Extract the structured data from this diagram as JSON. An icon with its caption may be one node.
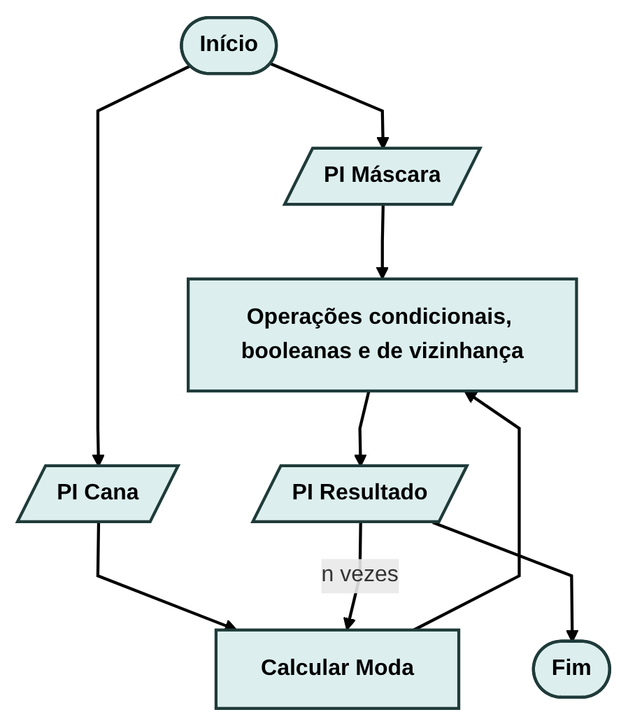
{
  "diagram": {
    "nodes": [
      {
        "text": [
          "Início"
        ]
      },
      {
        "text": [
          "PI Máscara"
        ]
      },
      {
        "text": [
          "PI Cana"
        ]
      },
      {
        "text": [
          "Calcular Moda"
        ]
      },
      {
        "text": [
          "Operações condicionais, booleanas e de vizinhança"
        ]
      },
      {
        "text": [
          "PI Resultado"
        ]
      },
      {
        "text": [
          "Fim"
        ]
      }
    ],
    "edges": [
      {
        "from": 0,
        "to": 1,
        "arrow": "to"
      },
      {
        "from": 0,
        "to": 2,
        "arrow": "to"
      },
      {
        "from": 2,
        "to": 3,
        "arrow": "to"
      },
      {
        "from": 1,
        "to": 4,
        "arrow": "to"
      },
      {
        "from": 3,
        "to": 4,
        "arrow": "to"
      },
      {
        "from": 4,
        "to": 5,
        "arrow": "to"
      },
      {
        "from": 5,
        "to": 3,
        "arrow": "to",
        "label": "n vezes"
      },
      {
        "from": 5,
        "to": 6,
        "arrow": "to"
      }
    ]
  }
}
